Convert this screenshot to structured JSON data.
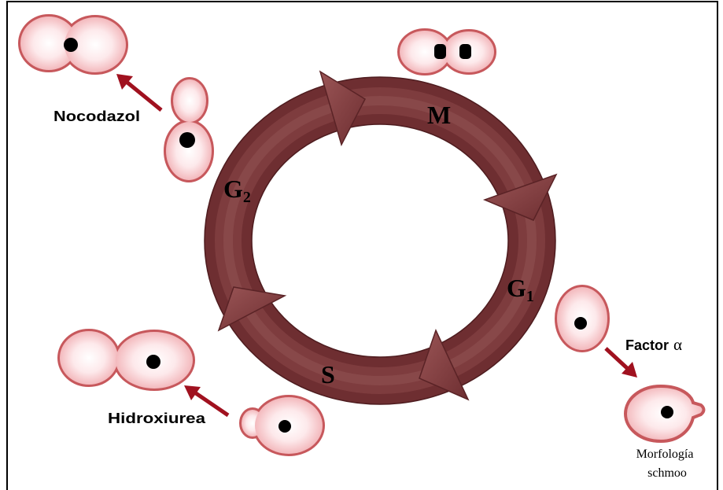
{
  "labels": {
    "treatments": {
      "nocodazol": "Nocodazol",
      "hidroxiurea": "Hidroxiurea",
      "factor_alpha": {
        "word": "Factor",
        "symbol": "α"
      }
    },
    "schmoo_caption": {
      "line1": "Morfología",
      "line2": "schmoo"
    },
    "phases": {
      "m": "M",
      "g1": {
        "letter": "G",
        "sub": "1"
      },
      "s": "S",
      "g2": {
        "letter": "G",
        "sub": "2"
      }
    }
  },
  "colors": {
    "ring": "#6e2e31",
    "ring_light": "#9a5556",
    "cell_fill": "#f3b9bd",
    "cell_border": "#c7585c",
    "nucleus": "#000000",
    "treatment_arrow": "#a0111f",
    "frame": "#000000"
  }
}
